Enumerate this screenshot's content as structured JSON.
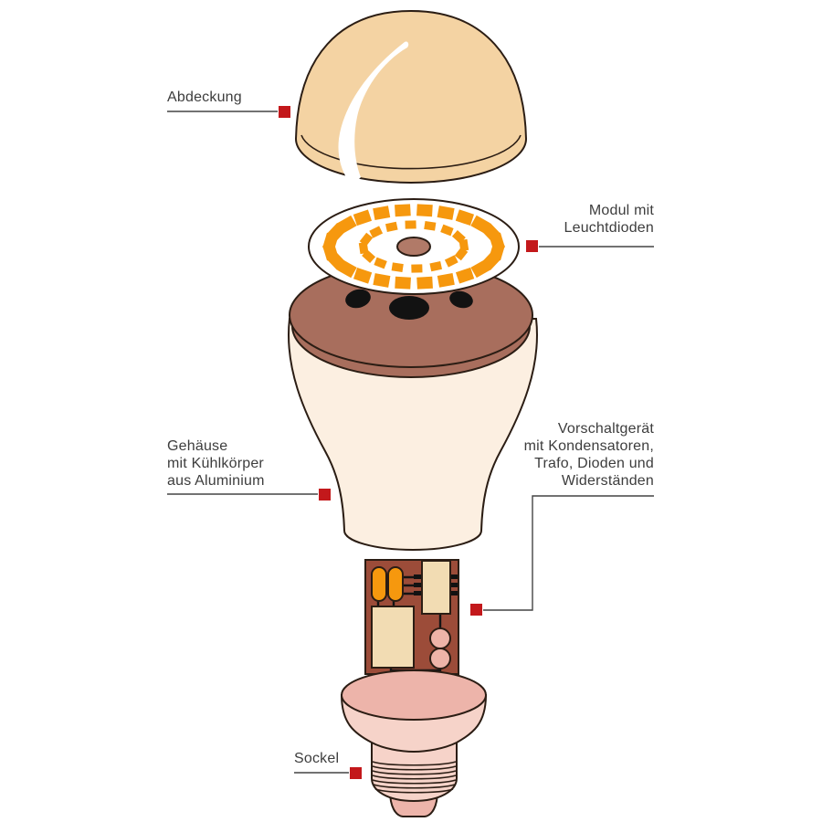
{
  "labels": {
    "abdeckung": {
      "lines": [
        "Abdeckung"
      ]
    },
    "modul": {
      "lines": [
        "Modul mit",
        "Leuchtdioden"
      ]
    },
    "gehaeuse": {
      "lines": [
        "Gehäuse",
        "mit Kühlkörper",
        "aus Aluminium"
      ]
    },
    "vorschaltgeraet": {
      "lines": [
        "Vorschaltgerät",
        "mit Kondensatoren,",
        "Trafo, Dioden und",
        "Widerständen"
      ]
    },
    "sockel": {
      "lines": [
        "Sockel"
      ]
    }
  },
  "led_module": {
    "outer_led_count": 24,
    "inner_led_count": 16
  },
  "colors": {
    "background": "#ffffff",
    "text": "#3d3d3d",
    "leader_line": "#444444",
    "marker_red": "#c3181b",
    "outline": "#2b1d14",
    "dome_tan": "#f4d3a3",
    "disc_white": "#ffffff",
    "led_orange": "#f6980e",
    "cap_brown": "#a86e5d",
    "hole_brown": "#b17a68",
    "body_cream": "#fcefe1",
    "board_brown": "#9c4c39",
    "component_cream": "#f2dcb3",
    "component_pink": "#eeb4a8",
    "wire_black": "#141414",
    "socket_top_pink": "#edb4aa",
    "socket_pink": "#f6d3c9"
  }
}
